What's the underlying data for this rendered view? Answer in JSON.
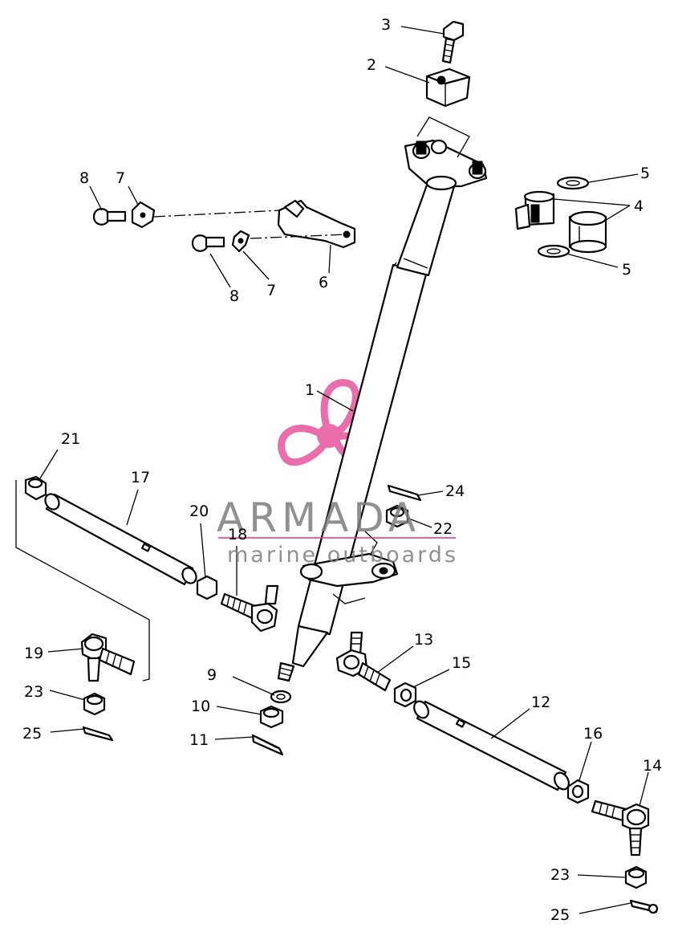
{
  "watermark": {
    "title": "ARMADA",
    "subtitle": "marine outboards",
    "accent_color": "#e23d8f",
    "text_color": "#7d7d7d",
    "logo_icon": "propeller-logo-icon"
  },
  "callouts": {
    "c1": "1",
    "c2": "2",
    "c3": "3",
    "c4": "4",
    "c5a": "5",
    "c5b": "5",
    "c6": "6",
    "c7a": "7",
    "c7b": "7",
    "c8a": "8",
    "c8b": "8",
    "c9": "9",
    "c10": "10",
    "c11": "11",
    "c12": "12",
    "c13": "13",
    "c14": "14",
    "c15": "15",
    "c16": "16",
    "c17": "17",
    "c18": "18",
    "c19": "19",
    "c20": "20",
    "c21": "21",
    "c22": "22",
    "c23a": "23",
    "c23b": "23",
    "c24": "24",
    "c25a": "25",
    "c25b": "25"
  }
}
